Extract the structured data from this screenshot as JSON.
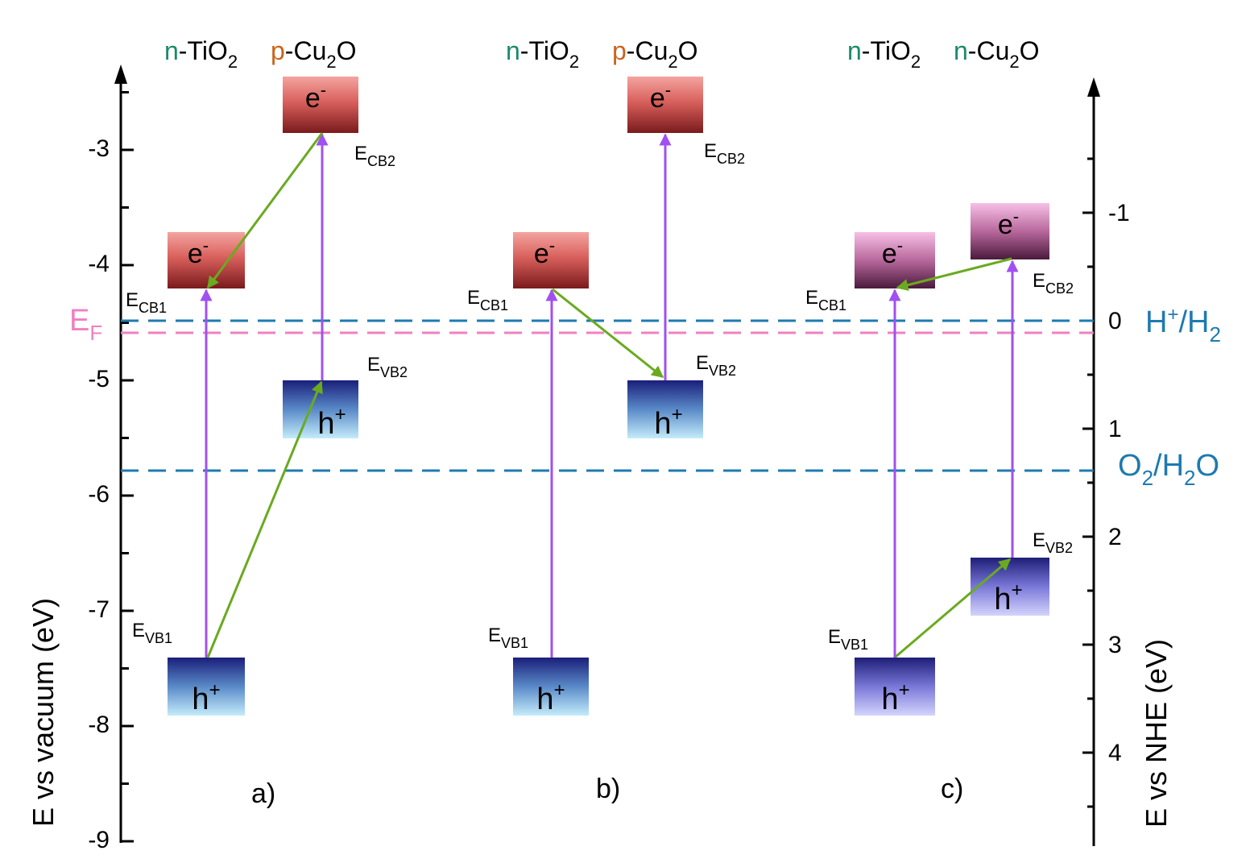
{
  "left_axis": {
    "label": "E vs vacuum (eV)",
    "ticks": [
      "-3",
      "-4",
      "-5",
      "-6",
      "-7",
      "-8",
      "-9"
    ]
  },
  "right_axis": {
    "label": "E vs NHE (eV)",
    "ticks": [
      "-1",
      "0",
      "1",
      "2",
      "3",
      "4"
    ]
  },
  "fermi_label": "E",
  "fermi_sub": "F",
  "references": {
    "h2": {
      "main": "H",
      "sup": "+",
      "rest": "/H",
      "sub": "2"
    },
    "o2": {
      "a": "O",
      "sub1": "2",
      "b": "/H",
      "sub2": "2",
      "c": "O"
    }
  },
  "panels": {
    "a": {
      "letter": "a)",
      "m1": {
        "prefix": "n",
        "base": "-TiO",
        "sub": "2",
        "tail": ""
      },
      "m2": {
        "prefix": "p",
        "base": "-Cu",
        "sub": "2",
        "tail": "O"
      },
      "ecb1": "CB1",
      "evb1": "VB1",
      "ecb2": "CB2",
      "evb2": "VB2"
    },
    "b": {
      "letter": "b)",
      "m1": {
        "prefix": "n",
        "base": "-TiO",
        "sub": "2",
        "tail": ""
      },
      "m2": {
        "prefix": "p",
        "base": "-Cu",
        "sub": "2",
        "tail": "O"
      },
      "ecb1": "CB1",
      "evb1": "VB1",
      "ecb2": "CB2",
      "evb2": "VB2"
    },
    "c": {
      "letter": "c)",
      "m1": {
        "prefix": "n",
        "base": "-TiO",
        "sub": "2",
        "tail": ""
      },
      "m2": {
        "prefix": "n",
        "base": "-Cu",
        "sub": "2",
        "tail": "O"
      },
      "ecb1": "CB1",
      "evb1": "VB1",
      "ecb2": "CB2",
      "evb2": "VB2"
    }
  },
  "carriers": {
    "electron": "e",
    "electron_sup": "-",
    "hole": "h",
    "hole_sup": "+"
  },
  "energy_sub_prefix": "E",
  "colors": {
    "n_type": "#1a8a6a",
    "p_type": "#c8651e",
    "excitation": "#a050f0",
    "transfer": "#6aaa20",
    "redox_line": "#1e7ab0",
    "fermi": "#f080c0"
  }
}
